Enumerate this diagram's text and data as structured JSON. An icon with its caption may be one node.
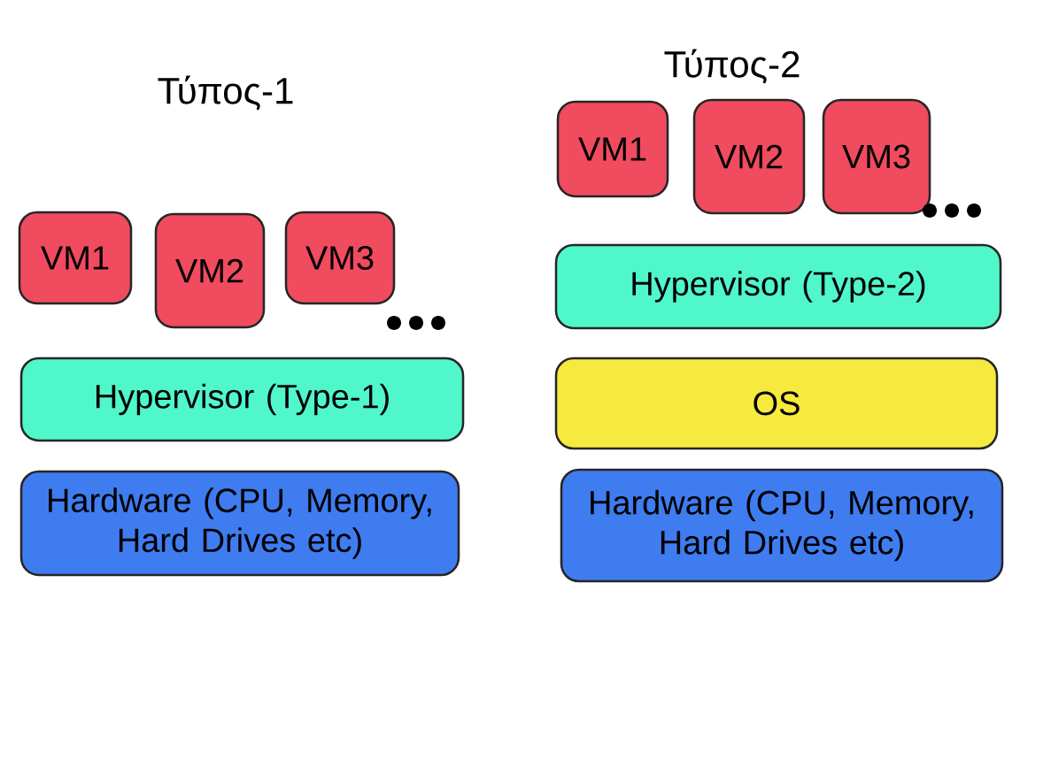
{
  "diagram": {
    "nodes": [
      {
        "text": [
          "VM1"
        ]
      },
      {
        "text": [
          "VM2"
        ]
      },
      {
        "text": [
          "VM3"
        ]
      },
      {
        "text": [
          "Hypervisor (Type-1)"
        ]
      },
      {
        "text": [
          "Hardware (CPU, Memory, Hard Drives etc)"
        ]
      },
      {
        "text": [
          "VM1"
        ]
      },
      {
        "text": [
          "VM2"
        ]
      },
      {
        "text": [
          "VM3"
        ]
      },
      {
        "text": [
          "Hypervisor (Type-2)"
        ]
      },
      {
        "text": [
          "OS"
        ]
      },
      {
        "text": [
          "Hardware (CPU, Memory, Hard Drives etc)"
        ]
      }
    ],
    "edges": [],
    "labels": [
      "Τύπος-1",
      "Τύπος-2"
    ]
  }
}
